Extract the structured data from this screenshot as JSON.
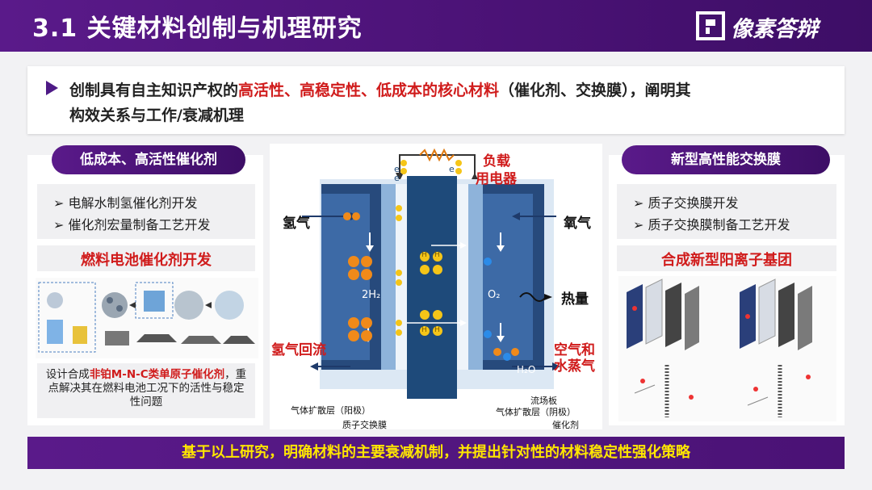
{
  "header": {
    "title": "3.1 关键材料创制与机理研究",
    "logo_text": "像素答辩"
  },
  "intro": {
    "line1_prefix": "创制具有自主知识产权的",
    "line1_highlight": "高活性、高稳定性、低成本的核心材料",
    "line1_suffix": "（催化剂、交换膜），阐明其",
    "line2": "构效关系与工作/衰减机理"
  },
  "left_panel": {
    "title": "低成本、高活性催化剂",
    "bullets": [
      "电解水制氢催化剂开发",
      "催化剂宏量制备工艺开发"
    ],
    "subhead": "燃料电池催化剂开发",
    "desc_prefix": "设计合成",
    "desc_highlight": "非铂M-N-C类单原子催化剂",
    "desc_suffix": "，重点解决其在燃料电池工况下的活性与稳定性问题"
  },
  "right_panel": {
    "title": "新型高性能交换膜",
    "bullets": [
      "质子交换膜开发",
      "质子交换膜制备工艺开发"
    ],
    "subhead": "合成新型阳离子基团"
  },
  "diagram": {
    "load_label_1": "负载",
    "load_label_2": "用电器",
    "hydrogen": "氢气",
    "oxygen": "氧气",
    "heat": "热量",
    "h2_recycle": "氢气回流",
    "air_1": "空气和",
    "air_2": "水蒸气",
    "h2_formula": "2H₂",
    "o2_formula": "O₂",
    "h2o_formula": "H₂O",
    "flow_plate": "流场板",
    "gdl_anode": "气体扩散层（阳极）",
    "gdl_cathode": "气体扩散层（阴极）",
    "pem": "质子交换膜",
    "catalyst": "催化剂",
    "electron": "e",
    "proton": "H"
  },
  "footer": {
    "text": "基于以上研究，明确材料的主要衰减机制，并提出针对性的材料稳定性强化策略"
  },
  "colors": {
    "brand_purple": "#4e1a86",
    "highlight_red": "#d01c1c",
    "footer_text": "#ffe600"
  }
}
